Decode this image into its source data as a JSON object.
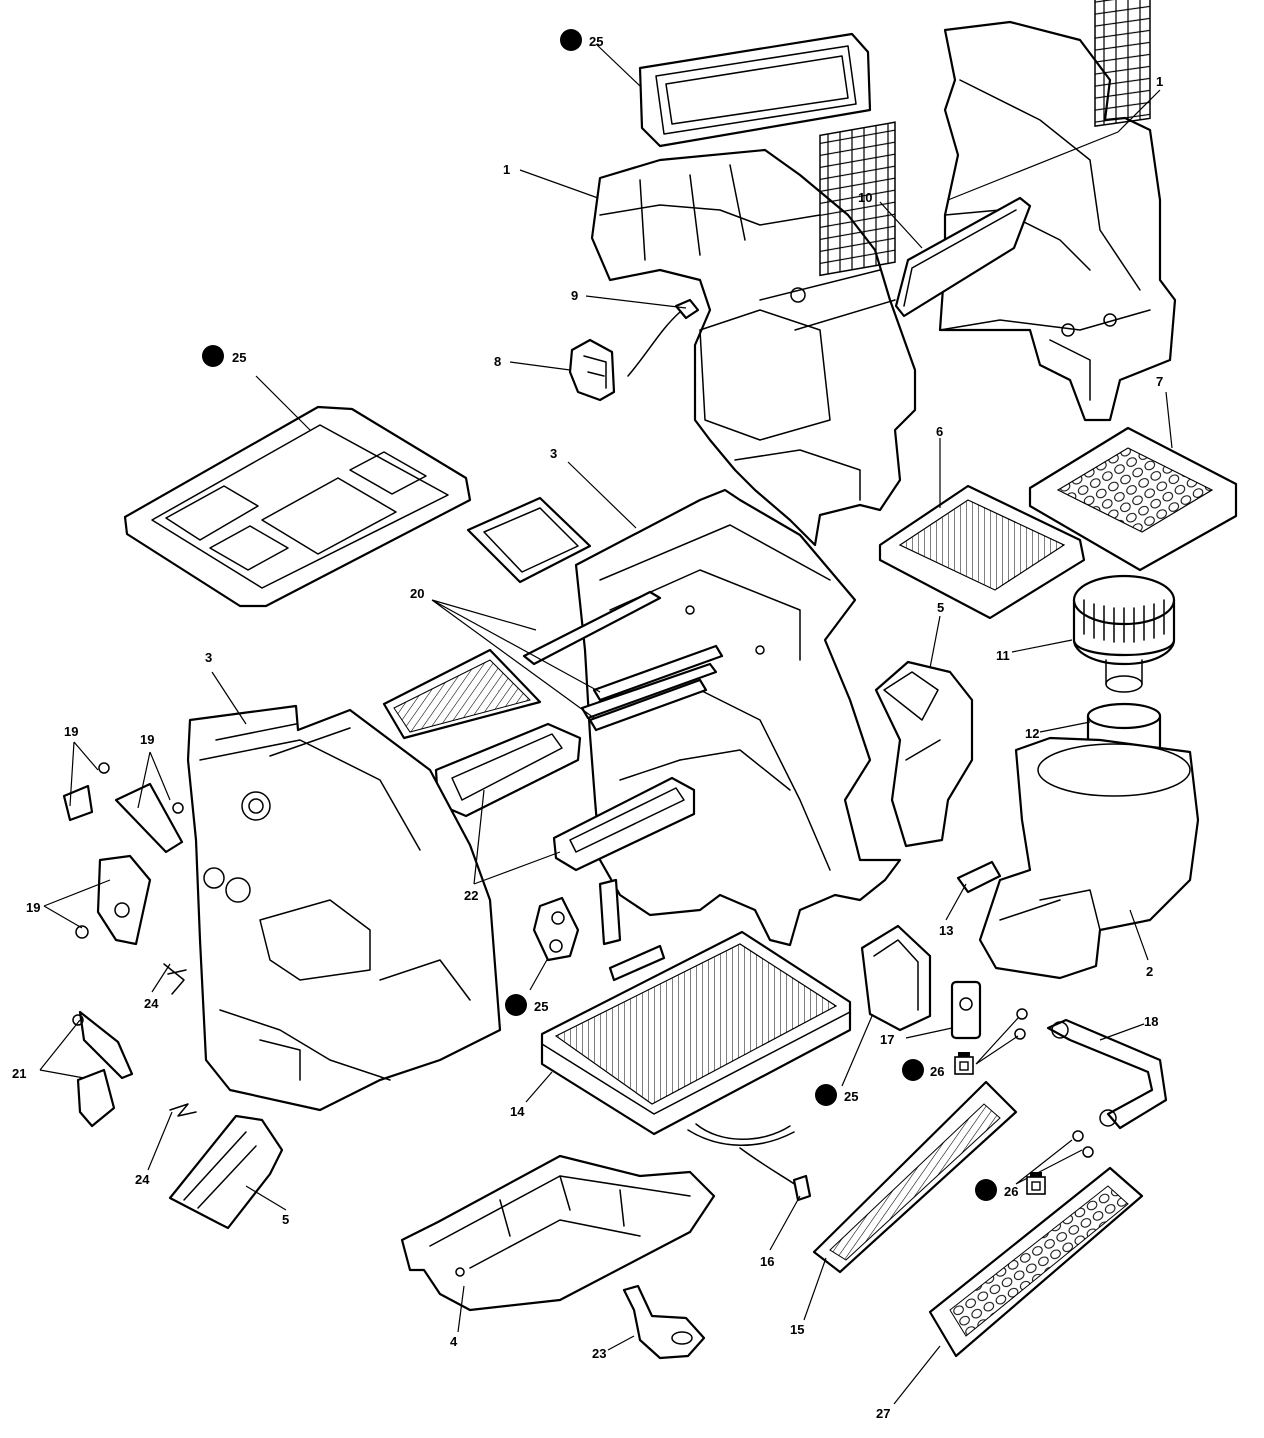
{
  "diagram": {
    "type": "exploded-parts-diagram",
    "icons": {
      "do-not-reuse": "circled-x-icon",
      "lubricate": "oil-can-icon"
    },
    "callouts": [
      {
        "id": "c25a",
        "label": "25",
        "icon": "circled-x-icon"
      },
      {
        "id": "c1a",
        "label": "1"
      },
      {
        "id": "c1b",
        "label": "1"
      },
      {
        "id": "c10",
        "label": "10"
      },
      {
        "id": "c9",
        "label": "9"
      },
      {
        "id": "c8",
        "label": "8"
      },
      {
        "id": "c25b",
        "label": "25",
        "icon": "circled-x-icon"
      },
      {
        "id": "c3a",
        "label": "3"
      },
      {
        "id": "c6",
        "label": "6"
      },
      {
        "id": "c7",
        "label": "7"
      },
      {
        "id": "c20",
        "label": "20"
      },
      {
        "id": "c5a",
        "label": "5"
      },
      {
        "id": "c11",
        "label": "11"
      },
      {
        "id": "c3b",
        "label": "3"
      },
      {
        "id": "c12",
        "label": "12"
      },
      {
        "id": "c19a",
        "label": "19"
      },
      {
        "id": "c19b",
        "label": "19"
      },
      {
        "id": "c19c",
        "label": "19"
      },
      {
        "id": "c22",
        "label": "22"
      },
      {
        "id": "c13",
        "label": "13"
      },
      {
        "id": "c2",
        "label": "2"
      },
      {
        "id": "c24a",
        "label": "24"
      },
      {
        "id": "c25c",
        "label": "25",
        "icon": "circled-x-icon"
      },
      {
        "id": "c17",
        "label": "17"
      },
      {
        "id": "c18",
        "label": "18"
      },
      {
        "id": "c26a",
        "label": "26",
        "icon": "circled-x-icon"
      },
      {
        "id": "c21",
        "label": "21"
      },
      {
        "id": "c14",
        "label": "14"
      },
      {
        "id": "c25d",
        "label": "25",
        "icon": "circled-x-icon"
      },
      {
        "id": "c24b",
        "label": "24"
      },
      {
        "id": "c5b",
        "label": "5"
      },
      {
        "id": "c26b",
        "label": "26",
        "icon": "circled-x-icon"
      },
      {
        "id": "c16",
        "label": "16"
      },
      {
        "id": "c4",
        "label": "4"
      },
      {
        "id": "c15",
        "label": "15"
      },
      {
        "id": "c23",
        "label": "23"
      },
      {
        "id": "c27",
        "label": "27"
      }
    ]
  }
}
